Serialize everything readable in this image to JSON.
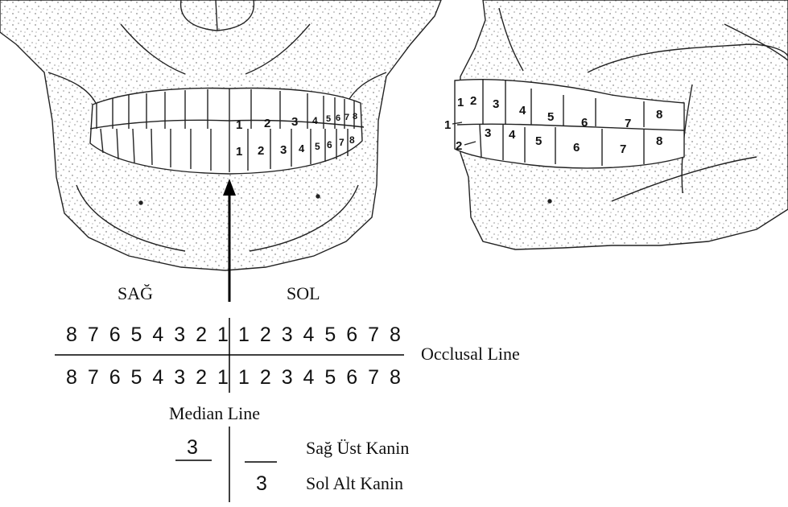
{
  "labels": {
    "right_side": "SAĞ",
    "left_side": "SOL",
    "occlusal_line": "Occlusal Line",
    "median_line": "Median Line",
    "upper_right_canine": "Sağ Üst Kanin",
    "lower_left_canine": "Sol Alt Kanin"
  },
  "dental_chart": {
    "upper_right": "8 7 6 5 4 3 2 1",
    "upper_left": "1 2 3 4 5 6 7 8",
    "lower_right": "8 7 6 5 4 3 2 1",
    "lower_left": "1 2 3 4 5 6 7 8"
  },
  "example": {
    "upper_right_tooth": "3",
    "lower_left_tooth": "3"
  },
  "front_view_numbers": {
    "upper": [
      "1",
      "2",
      "3",
      "4",
      "5",
      "6",
      "7",
      "8"
    ],
    "lower": [
      "1",
      "2",
      "3",
      "4",
      "5",
      "6",
      "7",
      "8"
    ]
  },
  "side_view_numbers": {
    "upper": [
      "1",
      "2",
      "3",
      "4",
      "5",
      "6",
      "7",
      "8"
    ],
    "lower": [
      "1",
      "2",
      "3",
      "4",
      "5",
      "6",
      "7",
      "8"
    ]
  }
}
